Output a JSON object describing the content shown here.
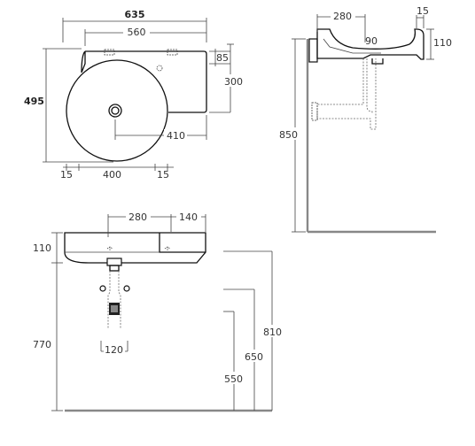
{
  "plan_view": {
    "width": "635",
    "inner_width": "560",
    "depth": "495",
    "shelf_depth": "85",
    "basin_depth": "300",
    "waste_offset": "410",
    "left_margin": "15",
    "bowl_diameter": "400",
    "right_margin": "15"
  },
  "side_view": {
    "bowl_depth": "280",
    "rim": "15",
    "overflow_offset": "90",
    "height": "110",
    "mount_height": "850"
  },
  "front_view": {
    "bowl_width": "280",
    "shelf_width": "140",
    "height": "110",
    "height_total": "770",
    "waste_width": "120",
    "level_810": "810",
    "level_650": "650",
    "level_550": "550"
  }
}
